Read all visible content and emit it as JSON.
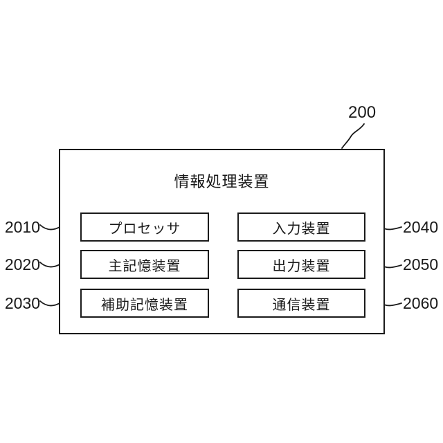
{
  "figure": {
    "reference_label": "200",
    "title": "情報処理装置",
    "columns": {
      "left": [
        {
          "ref": "2010",
          "label": "プロセッサ"
        },
        {
          "ref": "2020",
          "label": "主記憶装置"
        },
        {
          "ref": "2030",
          "label": "補助記憶装置"
        }
      ],
      "right": [
        {
          "ref": "2040",
          "label": "入力装置"
        },
        {
          "ref": "2050",
          "label": "出力装置"
        },
        {
          "ref": "2060",
          "label": "通信装置"
        }
      ]
    },
    "colors": {
      "line": "#1a1a1a",
      "background": "#ffffff"
    }
  }
}
